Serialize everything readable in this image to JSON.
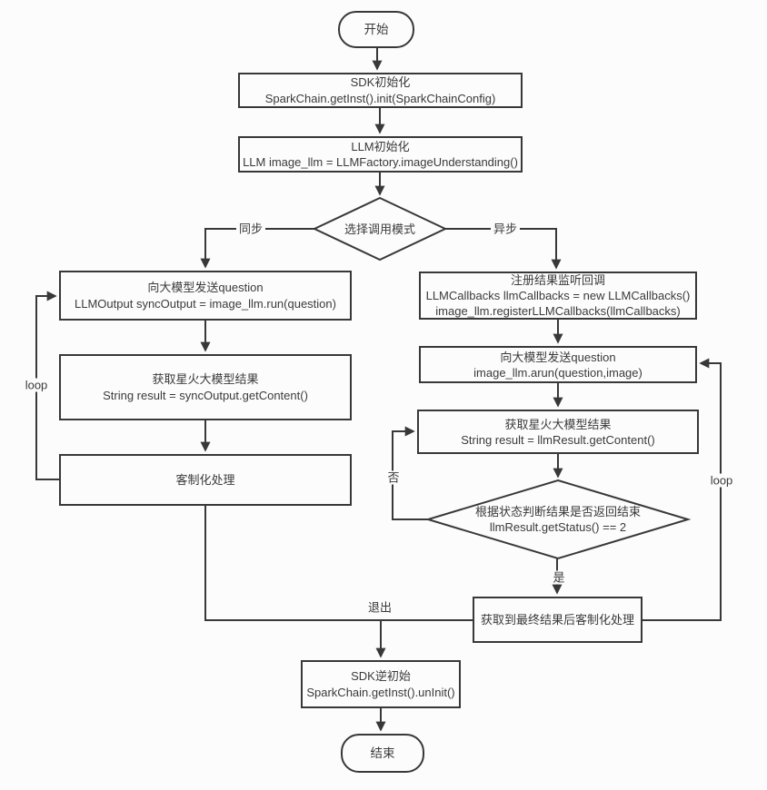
{
  "colors": {
    "background": "#fcfcfc",
    "line": "#383838",
    "text": "#3a3a3a"
  },
  "nodes": {
    "start": {
      "label": "开始"
    },
    "sdk_init": {
      "title": "SDK初始化",
      "code": "SparkChain.getInst().init(SparkChainConfig)"
    },
    "llm_init": {
      "title": "LLM初始化",
      "code": "LLM image_llm = LLMFactory.imageUnderstanding()"
    },
    "mode_decision": {
      "label": "选择调用模式"
    },
    "sync_send_question": {
      "title": "向大模型发送question",
      "code": "LLMOutput syncOutput = image_llm.run(question)"
    },
    "sync_get_result": {
      "title": "获取星火大模型结果",
      "code": "String result = syncOutput.getContent()"
    },
    "sync_custom_process": {
      "label": "客制化处理"
    },
    "async_register_callback": {
      "title": "注册结果监听回调",
      "code": "LLMCallbacks llmCallbacks = new LLMCallbacks()",
      "code2": "image_llm.registerLLMCallbacks(llmCallbacks)"
    },
    "async_send_question": {
      "title": "向大模型发送question",
      "code": "image_llm.arun(question,image)"
    },
    "async_get_result": {
      "title": "获取星火大模型结果",
      "code": "String result = llmResult.getContent()"
    },
    "status_decision": {
      "title": "根据状态判断结果是否返回结束",
      "code": "llmResult.getStatus() == 2"
    },
    "final_custom_process": {
      "label": "获取到最终结果后客制化处理"
    },
    "sdk_uninit": {
      "title": "SDK逆初始",
      "code": "SparkChain.getInst().unInit()"
    },
    "end": {
      "label": "结束"
    }
  },
  "edge_labels": {
    "sync": "同步",
    "async": "异步",
    "loop_left": "loop",
    "loop_right": "loop",
    "no": "否",
    "yes": "是",
    "exit": "退出"
  }
}
